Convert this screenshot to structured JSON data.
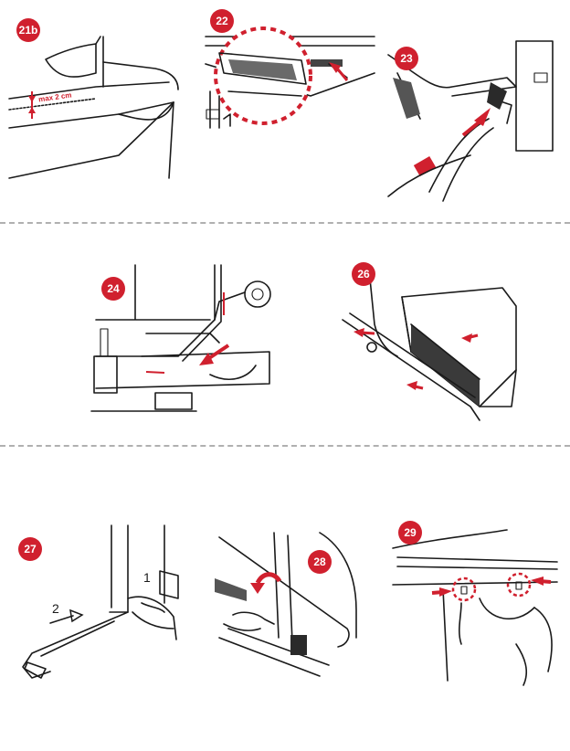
{
  "colors": {
    "accent": "#d0202e",
    "ink": "#1a1a1a",
    "divider": "#b0b0b0",
    "mesh": "#555555"
  },
  "steps": [
    {
      "id": "21b",
      "badge": "21b",
      "annotation": "max 2 cm"
    },
    {
      "id": "22",
      "badge": "22"
    },
    {
      "id": "23",
      "badge": "23"
    },
    {
      "id": "24",
      "badge": "24"
    },
    {
      "id": "26",
      "badge": "26"
    },
    {
      "id": "27",
      "badge": "27",
      "labels": {
        "one": "1",
        "two": "2"
      }
    },
    {
      "id": "28",
      "badge": "28"
    },
    {
      "id": "29",
      "badge": "29"
    }
  ]
}
